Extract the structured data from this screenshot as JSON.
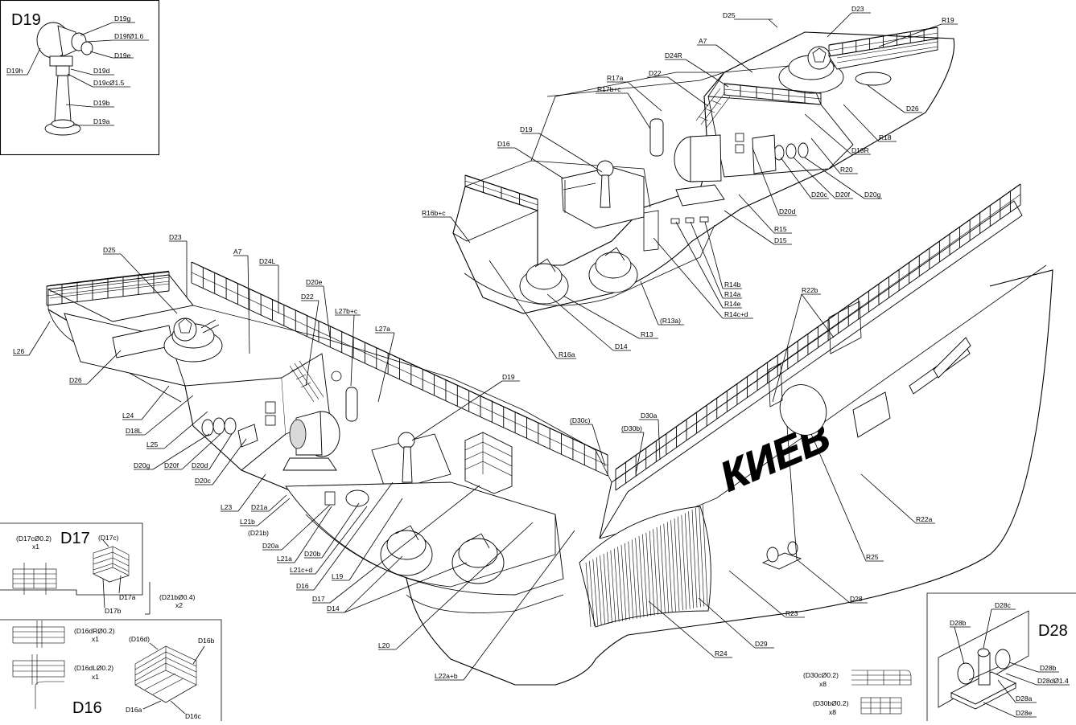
{
  "insets": {
    "d19": {
      "title": "D19",
      "parts": [
        "D19g",
        "D19fØ1.6",
        "D19e",
        "D19h",
        "D19d",
        "D19cØ1.5",
        "D19b",
        "D19a"
      ]
    },
    "d17": {
      "title": "D17",
      "spec": "(D17cØ0.2)",
      "qty": "x1",
      "parts": [
        "(D17c)",
        "D17a",
        "D17b"
      ],
      "note": "(D21bØ0.4)",
      "note_qty": "x2"
    },
    "d16": {
      "title": "D16",
      "spec_r": "(D16dRØ0.2)",
      "qty_r": "x1",
      "spec_l": "(D16dLØ0.2)",
      "qty_l": "x1",
      "parts": [
        "(D16d)",
        "D16b",
        "D16a",
        "D16c"
      ]
    },
    "d28": {
      "title": "D28",
      "parts": [
        "D28c",
        "D28b",
        "D28b",
        "D28dØ1.4",
        "D28a",
        "D28e"
      ]
    },
    "d30": {
      "spec_c": "(D30cØ0.2)",
      "qty_c": "x8",
      "spec_b": "(D30bØ0.2)",
      "qty_b": "x8"
    }
  },
  "hull_text": "КИЕВ",
  "labels": {
    "upper": [
      "D25",
      "D23",
      "R19",
      "A7",
      "D24R",
      "R17a",
      "D22",
      "R17b+c",
      "D19",
      "D16",
      "R16b+c",
      "D26",
      "R18",
      "D18R",
      "R20",
      "D20c",
      "D20f",
      "D20g",
      "D20d",
      "R15",
      "D15",
      "R14b",
      "R14a",
      "R14e",
      "R14c+d",
      "(R13a)",
      "R13",
      "D14",
      "R16a"
    ],
    "left": [
      "D25",
      "D23",
      "A7",
      "D24L",
      "D20e",
      "D22",
      "L27b+c",
      "L27a",
      "D19",
      "L26",
      "D26",
      "L24",
      "D18L",
      "L25",
      "D20g",
      "D20f",
      "D20d",
      "D20c",
      "L23",
      "D21a",
      "L21b",
      "(D21b)",
      "D20a",
      "L21a",
      "D20b",
      "L21c+d",
      "L19",
      "D16",
      "D17",
      "D14",
      "L20",
      "L22a+b"
    ],
    "right": [
      "(D30c)",
      "D30a",
      "(D30b)",
      "R22b",
      "R22a",
      "R25",
      "D28",
      "R23",
      "D29",
      "R24"
    ]
  }
}
